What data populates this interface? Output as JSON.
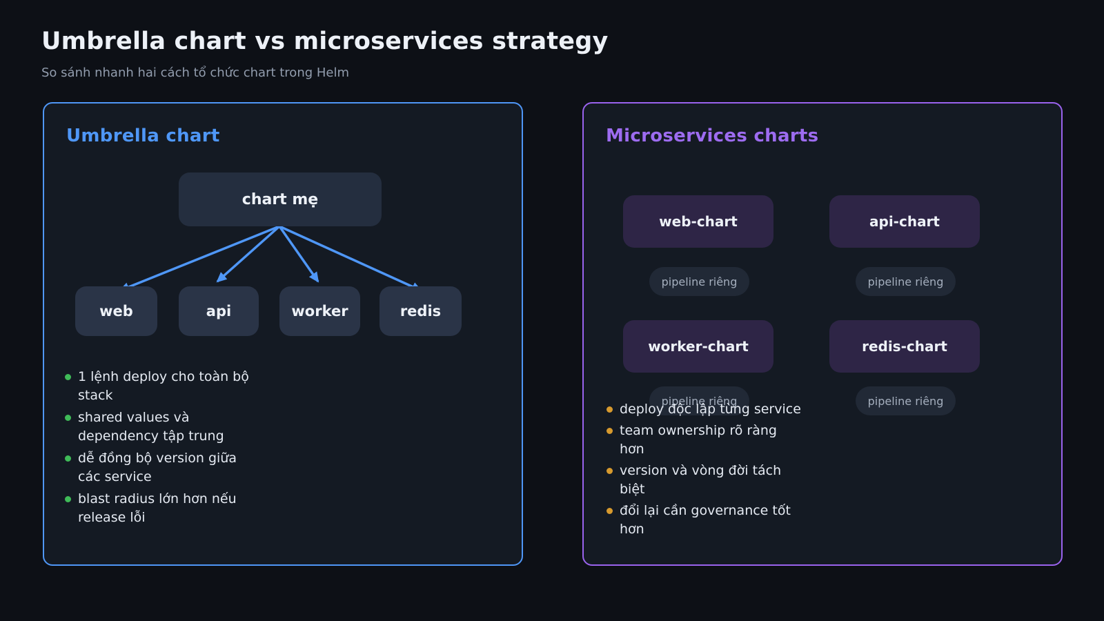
{
  "page": {
    "title": "Umbrella chart vs microservices strategy",
    "subtitle": "So sánh nhanh hai cách tổ chức chart trong Helm"
  },
  "colors": {
    "page_background": "#0d1016",
    "panel_background": "#141a23",
    "umbrella_accent": "#4f97f7",
    "microservices_accent": "#9d6cf0",
    "slate_node": "#2a3447",
    "purple_node": "#2e2546",
    "pill_background": "#212936",
    "green_bullet": "#3fbb58",
    "amber_bullet": "#d79a2e"
  },
  "umbrella_panel": {
    "title": "Umbrella chart",
    "parent_node": "chart mẹ",
    "child_nodes": [
      "web",
      "api",
      "worker",
      "redis"
    ],
    "bullets": [
      "1 lệnh deploy cho toàn bộ stack",
      "shared values và dependency tập trung",
      "dễ đồng bộ version giữa các service",
      "blast radius lớn hơn nếu release lỗi"
    ]
  },
  "microservices_panel": {
    "title": "Microservices charts",
    "nodes": [
      "web-chart",
      "api-chart",
      "worker-chart",
      "redis-chart"
    ],
    "pipeline_label": "pipeline riêng",
    "bullets": [
      "deploy độc lập từng service",
      "team ownership rõ ràng hơn",
      "version và vòng đời tách biệt",
      "đổi lại cần governance tốt hơn"
    ]
  }
}
